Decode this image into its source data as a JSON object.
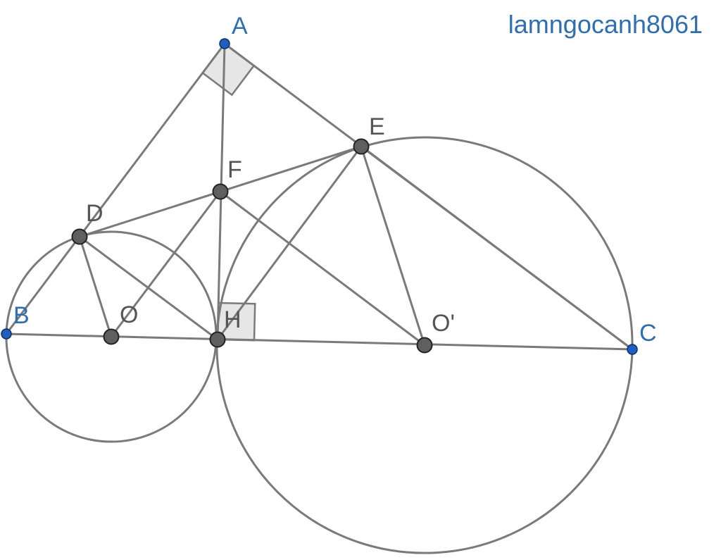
{
  "watermark": "lamngocanh8061",
  "colors": {
    "line": "#7a7a7a",
    "free_point": "#1f5fbf",
    "dependent_point": "#5f5f5f",
    "free_label": "#2f6fb0",
    "dependent_label": "#555555",
    "angle_mark_fill": "#e6e6e6"
  },
  "points": [
    {
      "id": "A",
      "label": "A",
      "kind": "free"
    },
    {
      "id": "B",
      "label": "B",
      "kind": "free"
    },
    {
      "id": "C",
      "label": "C",
      "kind": "free"
    },
    {
      "id": "D",
      "label": "D",
      "kind": "dependent"
    },
    {
      "id": "E",
      "label": "E",
      "kind": "dependent"
    },
    {
      "id": "F",
      "label": "F",
      "kind": "dependent"
    },
    {
      "id": "H",
      "label": "H",
      "kind": "dependent"
    },
    {
      "id": "O",
      "label": "O",
      "kind": "dependent"
    },
    {
      "id": "O2",
      "label": "O'",
      "kind": "dependent"
    }
  ],
  "segments": [
    [
      "A",
      "B"
    ],
    [
      "A",
      "C"
    ],
    [
      "A",
      "H"
    ],
    [
      "B",
      "C"
    ],
    [
      "D",
      "E"
    ],
    [
      "D",
      "O"
    ],
    [
      "D",
      "H"
    ],
    [
      "E",
      "O2"
    ],
    [
      "E",
      "H"
    ],
    [
      "E",
      "C"
    ],
    [
      "F",
      "O"
    ],
    [
      "F",
      "O2"
    ]
  ],
  "circles": [
    {
      "center": "O",
      "through": "B"
    },
    {
      "center": "O2",
      "through": "C"
    }
  ],
  "right_angles": [
    {
      "vertex": "A",
      "between": [
        "B",
        "C"
      ]
    },
    {
      "vertex": "H",
      "between": [
        "A",
        "C"
      ]
    }
  ]
}
